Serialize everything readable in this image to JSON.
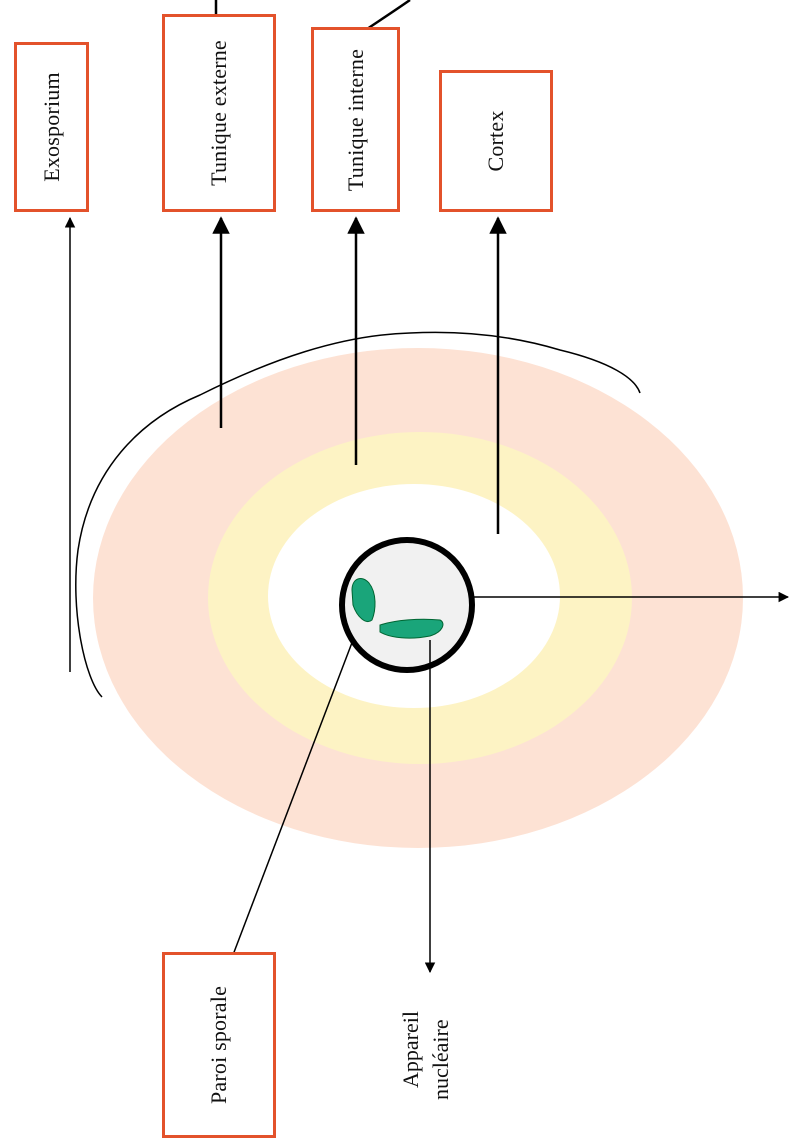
{
  "labels": {
    "exosporium": "Exosporium",
    "tunique_externe": "Tunique externe",
    "tunique_interne": "Tunique interne",
    "cortex": "Cortex",
    "paroi_sporale": "Paroi sporale",
    "appareil_nucleaire_line1": "Appareil",
    "appareil_nucleaire_line2": "nucléaire"
  },
  "colors": {
    "box_border": "#e3522b",
    "outer_layer": "#fde2d4",
    "inner_layer": "#fdf3c4",
    "core_fill": "#f1f1f1",
    "nucleus": "#1aa57a",
    "line": "#000000"
  }
}
